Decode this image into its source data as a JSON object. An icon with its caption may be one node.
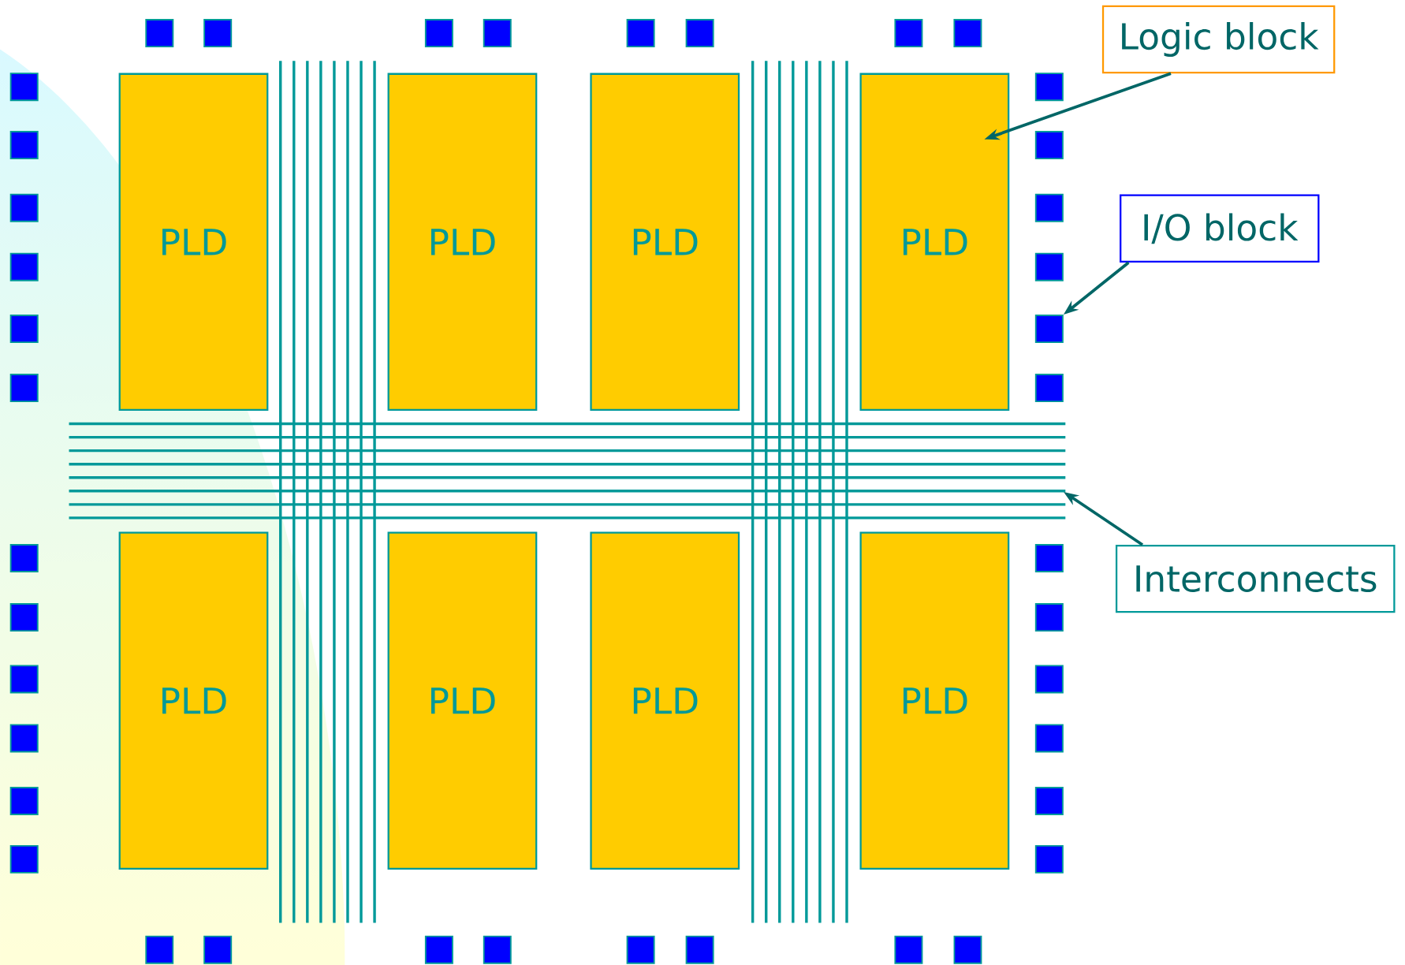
{
  "diagram": {
    "nodes": [
      {
        "text": [
          "PLD"
        ]
      },
      {
        "text": [
          "PLD"
        ]
      },
      {
        "text": [
          "PLD"
        ]
      },
      {
        "text": [
          "PLD"
        ]
      },
      {
        "text": [
          "PLD"
        ]
      },
      {
        "text": [
          "PLD"
        ]
      },
      {
        "text": [
          "PLD"
        ]
      },
      {
        "text": [
          "PLD"
        ]
      },
      {
        "text": [
          "Logic block"
        ]
      },
      {
        "text": [
          "I/O block"
        ]
      },
      {
        "text": [
          "Interconnects"
        ]
      },
      {
        "text": [],
        "shape": "box"
      },
      {
        "text": [],
        "shape": "box"
      },
      {
        "text": [],
        "shape": "box"
      },
      {
        "text": [],
        "shape": "box"
      },
      {
        "text": [],
        "shape": "box"
      },
      {
        "text": [],
        "shape": "box"
      },
      {
        "text": [],
        "shape": "box"
      },
      {
        "text": [],
        "shape": "box"
      },
      {
        "text": [],
        "shape": "box"
      },
      {
        "text": [],
        "shape": "box"
      },
      {
        "text": [],
        "shape": "box"
      },
      {
        "text": [],
        "shape": "box"
      },
      {
        "text": [],
        "shape": "box"
      },
      {
        "text": [],
        "shape": "box"
      },
      {
        "text": [],
        "shape": "box"
      },
      {
        "text": [],
        "shape": "box"
      },
      {
        "text": [],
        "shape": "box"
      },
      {
        "text": [],
        "shape": "box"
      },
      {
        "text": [],
        "shape": "box"
      },
      {
        "text": [],
        "shape": "box"
      },
      {
        "text": [],
        "shape": "box"
      },
      {
        "text": [],
        "shape": "box"
      },
      {
        "text": [],
        "shape": "box"
      },
      {
        "text": [],
        "shape": "box"
      },
      {
        "text": [],
        "shape": "box"
      },
      {
        "text": [],
        "shape": "box"
      },
      {
        "text": [],
        "shape": "box"
      },
      {
        "text": [],
        "shape": "box"
      },
      {
        "text": [],
        "shape": "box"
      },
      {
        "text": [],
        "shape": "box"
      },
      {
        "text": [],
        "shape": "box"
      },
      {
        "text": [],
        "shape": "box"
      },
      {
        "text": [],
        "shape": "box"
      },
      {
        "text": [],
        "shape": "box"
      },
      {
        "text": [],
        "shape": "box"
      },
      {
        "text": [],
        "shape": "box"
      },
      {
        "text": [],
        "shape": "box"
      },
      {
        "text": [],
        "shape": "box"
      },
      {
        "text": [],
        "shape": "box"
      },
      {
        "text": [],
        "shape": "box"
      }
    ],
    "edges": [
      {
        "from": 8,
        "to": 3,
        "arrow": "to"
      },
      {
        "from": 9,
        "to": 28,
        "arrow": "to"
      },
      {
        "from": 10,
        "to": null,
        "arrow": "to"
      }
    ]
  }
}
